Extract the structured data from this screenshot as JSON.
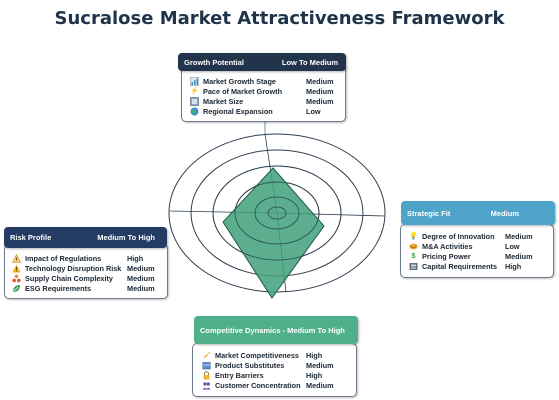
{
  "title": "Sucralose Market Attractiveness Framework",
  "colors": {
    "growth_header": "#22344c",
    "strategic_header": "#4fa3c9",
    "competitive_header": "#4fb08b",
    "risk_header": "#243b63",
    "radar_fill": "#3fa07a",
    "ring_stroke": "#2c3e50"
  },
  "growth": {
    "title": "Growth Potential",
    "rating": "Low To Medium",
    "items": [
      {
        "icon": "bar-chart-icon",
        "label": "Market Growth Stage",
        "value": "Medium"
      },
      {
        "icon": "lightning-icon",
        "label": "Pace of Market Growth",
        "value": "Medium"
      },
      {
        "icon": "market-size-icon",
        "label": "Market Size",
        "value": "Medium"
      },
      {
        "icon": "globe-icon",
        "label": "Regional Expansion",
        "value": "Low"
      }
    ]
  },
  "strategic": {
    "title": "Strategic Fit",
    "rating": "Medium",
    "items": [
      {
        "icon": "lightbulb-icon",
        "label": "Degree of Innovation",
        "value": "Medium"
      },
      {
        "icon": "handshake-icon",
        "label": "M&A Activities",
        "value": "Low"
      },
      {
        "icon": "dollar-icon",
        "label": "Pricing Power",
        "value": "Medium"
      },
      {
        "icon": "capital-icon",
        "label": "Capital Requirements",
        "value": "High"
      }
    ]
  },
  "competitive": {
    "title": "Competitive Dynamics - Medium To High",
    "items": [
      {
        "icon": "rocket-icon",
        "label": "Market Competitiveness",
        "value": "High"
      },
      {
        "icon": "product-box-icon",
        "label": "Product Substitutes",
        "value": "Medium"
      },
      {
        "icon": "lock-icon",
        "label": "Entry Barriers",
        "value": "High"
      },
      {
        "icon": "people-icon",
        "label": "Customer Concentration",
        "value": "Medium"
      }
    ]
  },
  "risk": {
    "title": "Risk Profile",
    "rating": "Medium To High",
    "items": [
      {
        "icon": "regulation-icon",
        "label": "Impact of Regulations",
        "value": "High"
      },
      {
        "icon": "warning-icon",
        "label": "Technology Disruption Risk",
        "value": "Medium"
      },
      {
        "icon": "supply-chain-icon",
        "label": "Supply Chain Complexity",
        "value": "Medium"
      },
      {
        "icon": "esg-leaf-icon",
        "label": "ESG Requirements",
        "value": "Medium"
      }
    ]
  }
}
